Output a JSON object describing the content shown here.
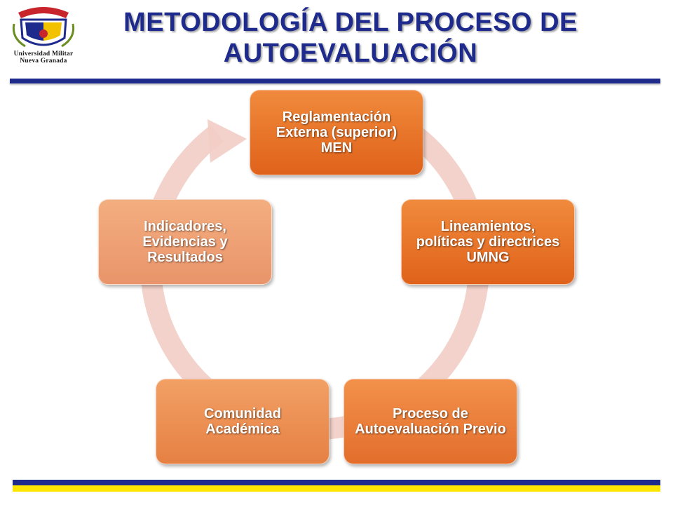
{
  "header": {
    "logo_text_line1": "Universidad Militar",
    "logo_text_line2": "Nueva Granada",
    "title_line1": "METODOLOGÍA DEL PROCESO DE",
    "title_line2": "AUTOEVALUACIÓN"
  },
  "colors": {
    "title_blue": "#1e2b8c",
    "accent_yellow": "#ffe600",
    "node_orange": "#e8701f",
    "ring_pink": "#f2cdc5"
  },
  "cycle": {
    "nodes": [
      {
        "label": "Reglamentación Externa (superior) MEN"
      },
      {
        "label": "Lineamientos, políticas y directrices UMNG"
      },
      {
        "label": "Proceso de Autoevaluación Previo"
      },
      {
        "label": "Comunidad Académica"
      },
      {
        "label": "Indicadores, Evidencias y Resultados"
      }
    ]
  }
}
